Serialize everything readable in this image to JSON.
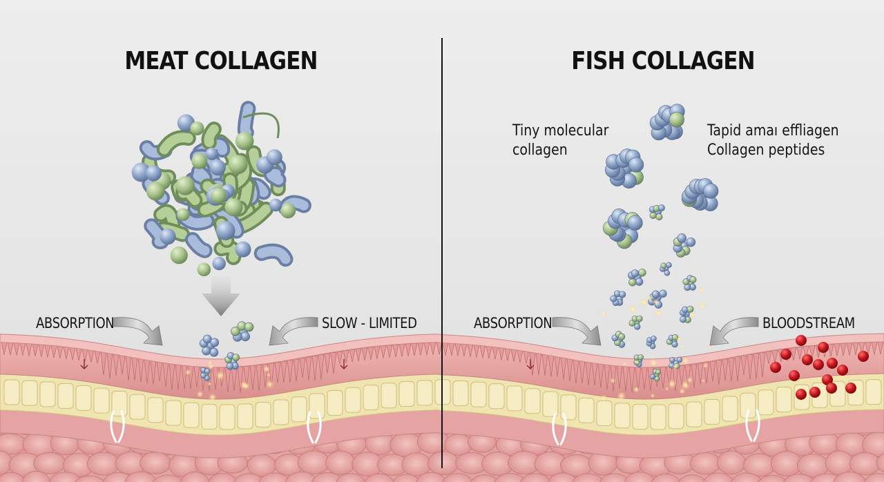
{
  "panels": {
    "left": {
      "title": "MEAT COLLAGEN",
      "label_left": "ABSORPTION",
      "label_right": "SLOW - LIMITED"
    },
    "right": {
      "title": "FISH COLLAGEN",
      "label_left": "ABSORPTION",
      "label_right": "BLOODSTREAM",
      "annotation_left": [
        "Tiny molecular",
        "collagen"
      ],
      "annotation_right": [
        "Tapid amaı effliagen",
        "Collagen peptides"
      ]
    }
  },
  "colors": {
    "blue_bead": "#8fa6c9",
    "green_bead": "#a9c48c",
    "tissue_pink": "#e7a8a8",
    "fat_layer": "#f0e4b0",
    "blood_red": "#c0141b",
    "divider": "#111111"
  }
}
